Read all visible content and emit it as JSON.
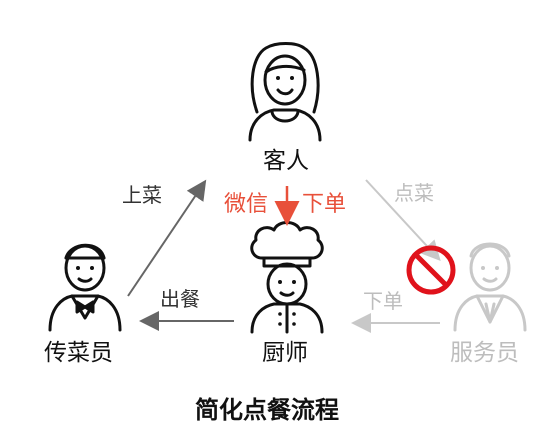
{
  "diagram": {
    "title": "简化点餐流程",
    "nodes": {
      "customer": {
        "label": "客人"
      },
      "runner": {
        "label": "传菜员"
      },
      "chef": {
        "label": "厨师"
      },
      "waiter": {
        "label": "服务员",
        "status": "removed"
      }
    },
    "edges": {
      "wechat": {
        "from": "customer",
        "to": "chef",
        "label_left": "微信",
        "label_right": "下单",
        "color": "#e8503a"
      },
      "runner_to_customer": {
        "from": "runner",
        "to": "customer",
        "label": "上菜"
      },
      "chef_to_runner": {
        "from": "chef",
        "to": "runner",
        "label": "出餐"
      },
      "customer_to_waiter": {
        "from": "customer",
        "to": "waiter",
        "label": "点菜",
        "status": "removed"
      },
      "waiter_to_chef": {
        "from": "waiter",
        "to": "chef",
        "label": "下单",
        "status": "removed"
      }
    },
    "colors": {
      "stroke": "#111111",
      "arrow": "#666666",
      "faded": "#c8c8c8",
      "red": "#e8503a",
      "forbidden": "#e0121b"
    }
  }
}
